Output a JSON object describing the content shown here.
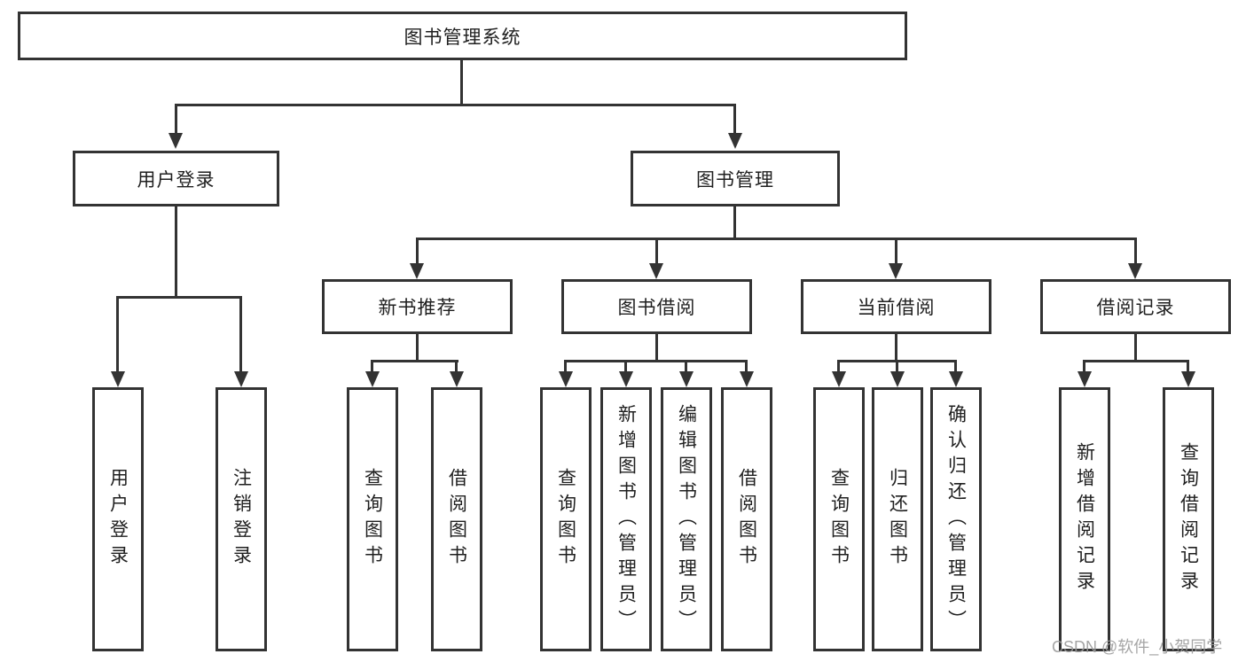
{
  "nodes": {
    "root": "图书管理系统",
    "login": "用户登录",
    "manage": "图书管理",
    "recommend": "新书推荐",
    "borrow": "图书借阅",
    "current": "当前借阅",
    "records": "借阅记录"
  },
  "leaves": {
    "login": [
      "用户登录",
      "注销登录"
    ],
    "recommend": [
      "查询图书",
      "借阅图书"
    ],
    "borrow": [
      "查询图书",
      "新增图书（管理员）",
      "编辑图书（管理员）",
      "借阅图书"
    ],
    "current": [
      "查询图书",
      "归还图书",
      "确认归还（管理员）"
    ],
    "records": [
      "新增借阅记录",
      "查询借阅记录"
    ]
  },
  "watermark": "CSDN @软件_小贺同学",
  "colors": {
    "line": "#333333",
    "border": "#333333",
    "text": "#1f1f1f",
    "watermark": "#9c9c9c",
    "background": "#ffffff"
  }
}
